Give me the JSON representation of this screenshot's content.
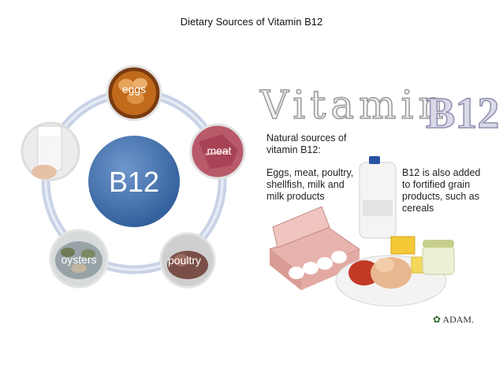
{
  "title": "Dietary Sources of Vitamin B12",
  "diagram": {
    "center": "B12",
    "nodes": [
      {
        "id": "eggs",
        "label": "eggs"
      },
      {
        "id": "meat",
        "label": "meat"
      },
      {
        "id": "poultry",
        "label": "poultry"
      },
      {
        "id": "oysters",
        "label": "oysters"
      },
      {
        "id": "milk",
        "label": ""
      }
    ]
  },
  "graphic": {
    "heading": "Vitamin",
    "logo": "B12",
    "natural_sources": "Natural sources of vitamin B12:",
    "foods": "Eggs, meat, poultry, shellfish, milk and milk products",
    "added_note": "B12 is also added to fortified grain products, such as cereals",
    "credit": "ADAM."
  },
  "colors": {
    "ring": "#c9d3e6",
    "center": "#4a76b2",
    "eggs": "#c06a1c",
    "meat": "#b85a6a",
    "poultry": "#8a5e56",
    "oysters": "#98a3a7"
  }
}
